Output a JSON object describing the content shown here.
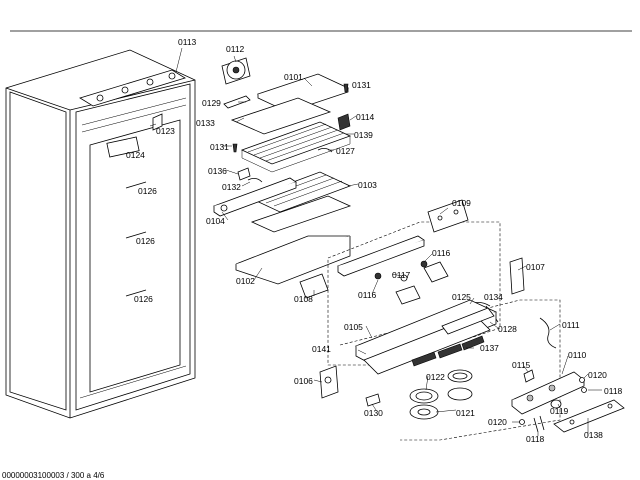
{
  "footer_code": "00000003100003  / 300 a 4/6",
  "labels": [
    "0113",
    "0112",
    "0101",
    "0131",
    "0129",
    "0123",
    "0133",
    "0114",
    "0139",
    "0124",
    "0131",
    "0127",
    "0136",
    "0132",
    "0103",
    "0126",
    "0104",
    "0109",
    "0126",
    "0116",
    "0107",
    "0102",
    "0117",
    "0108",
    "0116",
    "0125",
    "0134",
    "0126",
    "0105",
    "0128",
    "0111",
    "0141",
    "0137",
    "0110",
    "0106",
    "0122",
    "0115",
    "0120",
    "0118",
    "0130",
    "0121",
    "0119",
    "0120",
    "0118",
    "0138"
  ]
}
